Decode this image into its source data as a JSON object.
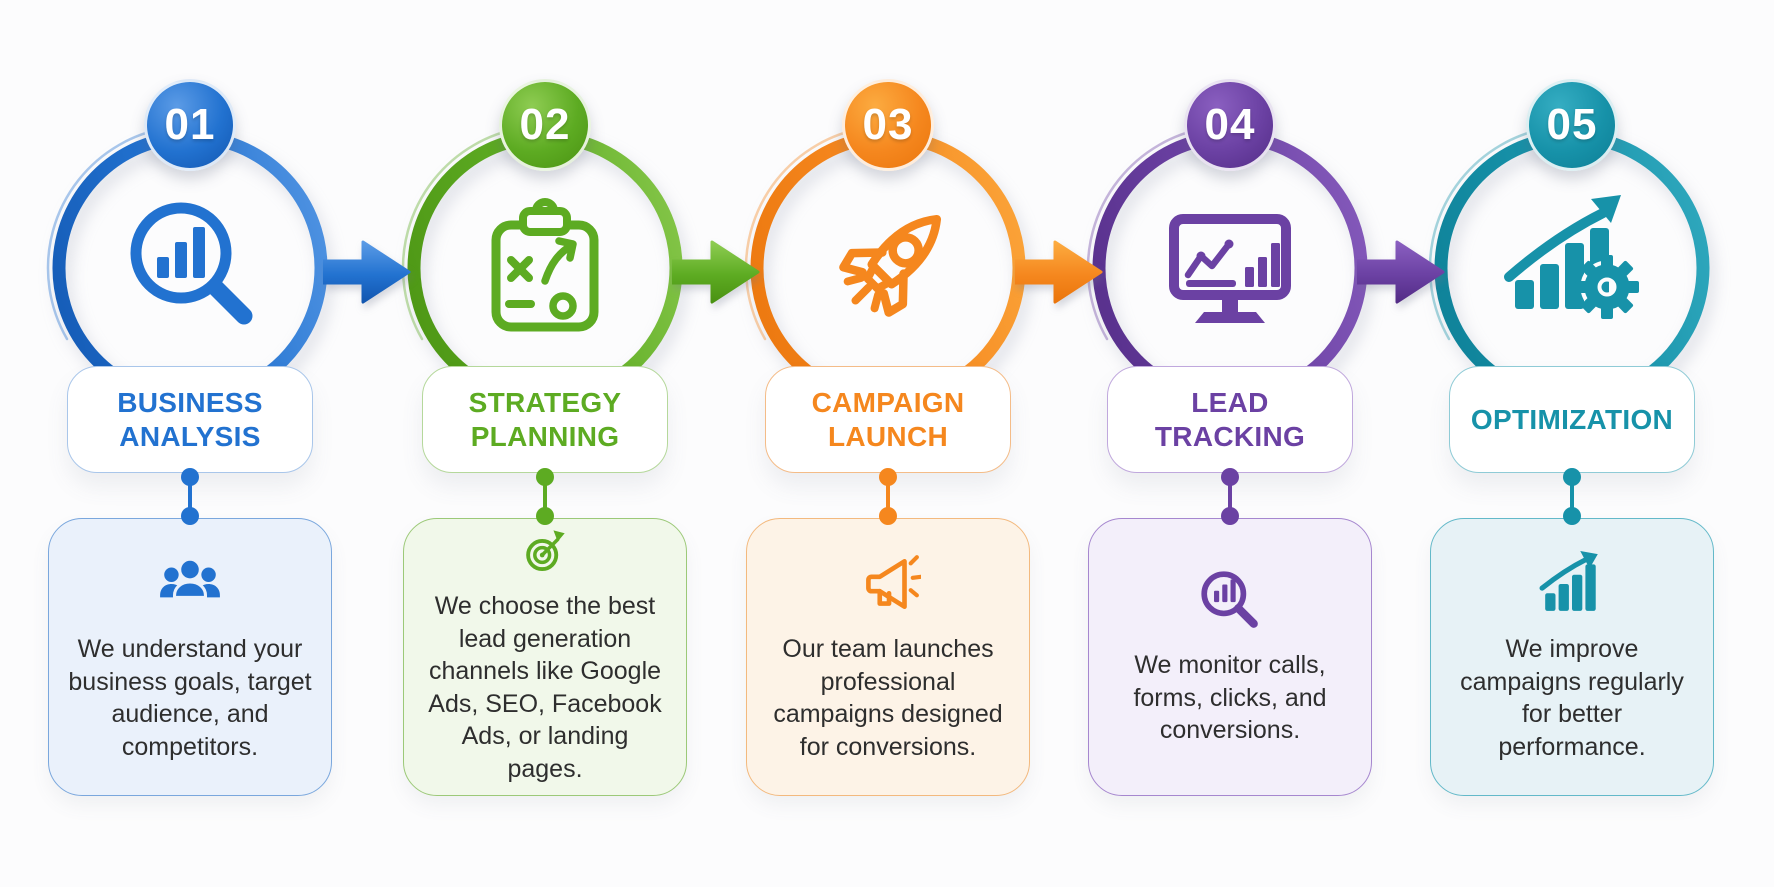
{
  "infographic": {
    "type": "process-flow",
    "background": "#fcfcfd",
    "text_color": "#2e2e2e",
    "steps": [
      {
        "number": "01",
        "title": "BUSINESS ANALYSIS",
        "description": "We understand your business goals, target audience, and competitors.",
        "accent": "#2272d0",
        "accent_light": "#5b9be6",
        "accent_dark": "#1256b0",
        "box_background": "#eaf1fb",
        "box_border": "#7aa7dd",
        "main_icon": "magnifier-bar-chart-icon",
        "box_icon": "people-group-icon"
      },
      {
        "number": "02",
        "title": "STRATEGY PLANNING",
        "description": "We choose the best lead generation channels like Google Ads, SEO, Facebook Ads, or landing pages.",
        "accent": "#5dab22",
        "accent_light": "#8ecc52",
        "accent_dark": "#4a9212",
        "box_background": "#f1f8ea",
        "box_border": "#9cc978",
        "main_icon": "strategy-clipboard-icon",
        "box_icon": "target-dart-icon"
      },
      {
        "number": "03",
        "title": "CAMPAIGN LAUNCH",
        "description": "Our team launches professional campaigns designed for conversions.",
        "accent": "#f5871e",
        "accent_light": "#fcab40",
        "accent_dark": "#ea750c",
        "box_background": "#fdf3e7",
        "box_border": "#f3b97e",
        "main_icon": "rocket-icon",
        "box_icon": "megaphone-icon"
      },
      {
        "number": "04",
        "title": "LEAD TRACKING",
        "description": "We monitor calls, forms, clicks, and conversions.",
        "accent": "#6b41a3",
        "accent_light": "#8a5fc0",
        "accent_dark": "#532c86",
        "box_background": "#f3effa",
        "box_border": "#a687cf",
        "main_icon": "monitor-analytics-icon",
        "box_icon": "magnifier-bars-icon"
      },
      {
        "number": "05",
        "title": "OPTIMIZATION",
        "description": "We improve campaigns regularly for better performance.",
        "accent": "#1792a9",
        "accent_light": "#35adc2",
        "accent_dark": "#0d7e95",
        "box_background": "#e7f2f6",
        "box_border": "#63b9c9",
        "main_icon": "growth-gear-icon",
        "box_icon": "growth-arrow-icon"
      }
    ],
    "arrows": [
      {
        "from": "01",
        "to": "02",
        "color": "#2272d0"
      },
      {
        "from": "02",
        "to": "03",
        "color": "#5dab22"
      },
      {
        "from": "03",
        "to": "04",
        "color": "#f5871e"
      },
      {
        "from": "04",
        "to": "05",
        "color": "#6b41a3"
      }
    ]
  }
}
